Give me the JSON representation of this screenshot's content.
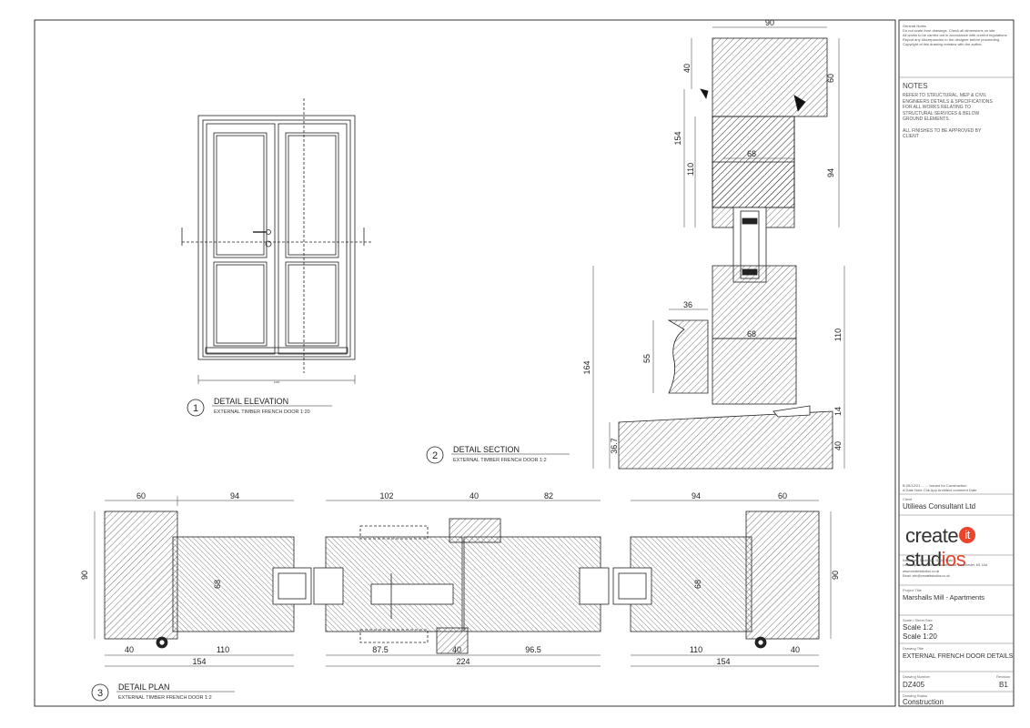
{
  "views": [
    {
      "number": "1",
      "title": "DETAIL ELEVATION",
      "subtitle": "EXTERNAL TIMBER FRENCH DOOR   1:20"
    },
    {
      "number": "2",
      "title": "DETAIL SECTION",
      "subtitle": "EXTERNAL TIMBER FRENCH DOOR   1:2"
    },
    {
      "number": "3",
      "title": "DETAIL PLAN",
      "subtitle": "EXTERNAL TIMBER FRENCH DOOR   1:2"
    }
  ],
  "elevation": {
    "width_dim": "1200"
  },
  "section_dims": {
    "top_width": "90",
    "left_40": "40",
    "left_154": "154",
    "left_110": "110",
    "right_60": "60",
    "right_94": "94",
    "inner_68a": "68",
    "inner_68b": "68",
    "sill_36": "36",
    "sill_55": "55",
    "total_164": "164",
    "right_110": "110",
    "right_14": "14",
    "right_40": "40",
    "left_367": "36.7"
  },
  "plan_dims": {
    "left": {
      "top_60": "60",
      "top_94": "94",
      "side_90": "90",
      "inner_68": "68",
      "bottom_40": "40",
      "bottom_110": "110",
      "bottom_154": "154"
    },
    "mid": {
      "top_102": "102",
      "top_40": "40",
      "top_82": "82",
      "bottom_875": "87.5",
      "bottom_40": "40",
      "bottom_965": "96.5",
      "bottom_224": "224"
    },
    "right": {
      "top_94": "94",
      "top_60": "60",
      "side_90": "90",
      "inner_68": "68",
      "bottom_110": "110",
      "bottom_40": "40",
      "bottom_154": "154"
    }
  },
  "title_block": {
    "general_notes": [
      "General Notes",
      "Do not scale from drawings. Check all dimensions on site.",
      "All works to be carried out in accordance with current regulations.",
      "Report any discrepancies to the designer before proceeding.",
      "Copyright of this drawing remains with the author."
    ],
    "notes_heading": "NOTES",
    "notes": [
      "REFER TO STRUCTURAL, MEP & CIVIL ENGINEERS DETAILS & SPECIFICATIONS FOR ALL WORKS RELATING TO STRUCTURAL SERVICES & BELOW GROUND ELEMENTS.",
      "ALL FINISHES TO BE APPROVED BY CLIENT"
    ],
    "revisions": [
      "B   05/12/21   ...   ...   Issued for Construction",
      "A   Date   Note   Chk   App   Architect comment   Date"
    ],
    "client_label": "Client",
    "client": "Utilieas Consultant Ltd",
    "logo": {
      "text_a": "create",
      "ring": "it",
      "text_b": "stud",
      "text_c": "ios"
    },
    "address": [
      "Kettle Yard, Studio 1A, 11 Gel Road",
      "Landscape Ltd, Architect House Road, Manchester, M1 1AA",
      "www.createitstudios.co.uk",
      "Email: info@createitstudios.co.uk"
    ],
    "project_label": "Project Title",
    "project": "Marshalls Mill - Apartments",
    "scale_label": "Scale / Sheet Size",
    "scales": [
      "Scale 1:2",
      "Scale 1:20"
    ],
    "drawing_label": "Drawing Title",
    "drawing_title": "EXTERNAL FRENCH DOOR DETAILS",
    "number_label": "Drawing Number",
    "number": "DZ405",
    "revision_label": "Revision",
    "revision": "B1",
    "status_label": "Drawing Status",
    "status": "Construction"
  }
}
